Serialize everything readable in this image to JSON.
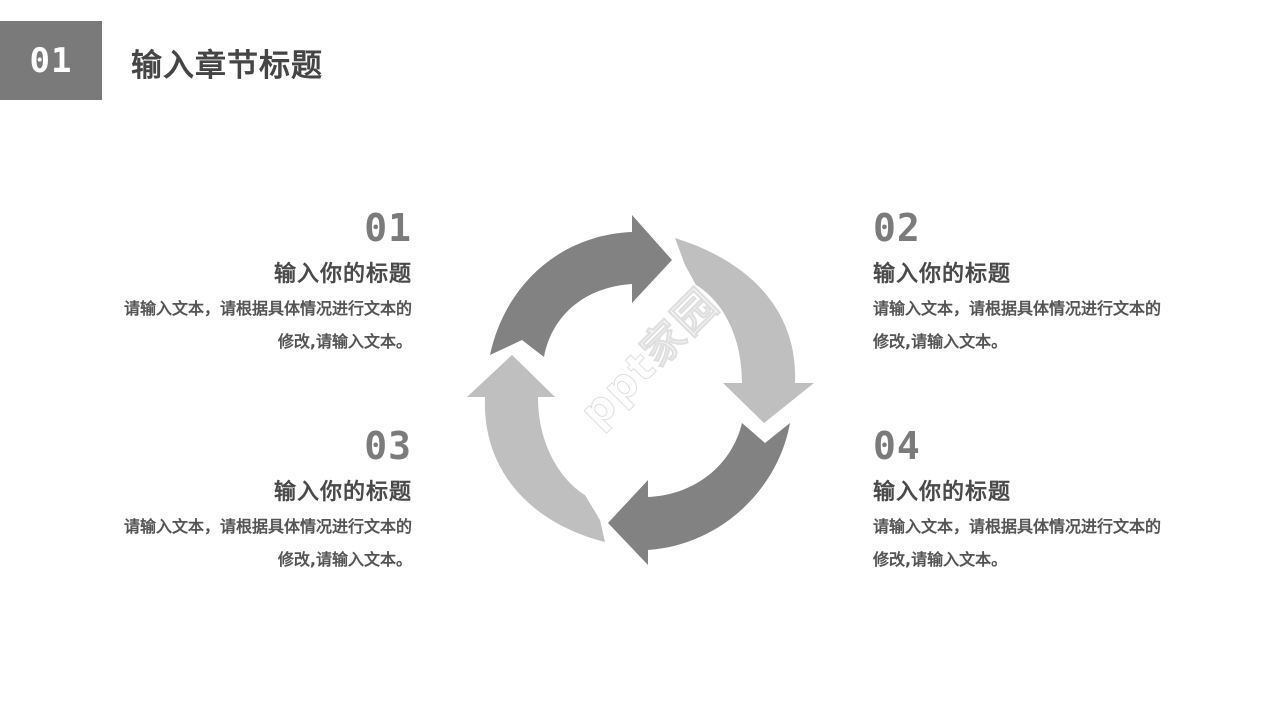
{
  "header": {
    "section_number": "01",
    "title": "输入章节标题"
  },
  "blocks": [
    {
      "number": "01",
      "heading": "输入你的标题",
      "body": "请输入文本，请根据具体情况进行文本的修改,请输入文本。"
    },
    {
      "number": "02",
      "heading": "输入你的标题",
      "body": "请输入文本，请根据具体情况进行文本的修改,请输入文本。"
    },
    {
      "number": "03",
      "heading": "输入你的标题",
      "body": "请输入文本，请根据具体情况进行文本的修改,请输入文本。"
    },
    {
      "number": "04",
      "heading": "输入你的标题",
      "body": "请输入文本，请根据具体情况进行文本的修改,请输入文本。"
    }
  ],
  "watermark": "ppt家园",
  "colors": {
    "dark_arrow": "#828282",
    "light_arrow": "#bfbfbf",
    "badge": "#7a7a7a"
  }
}
